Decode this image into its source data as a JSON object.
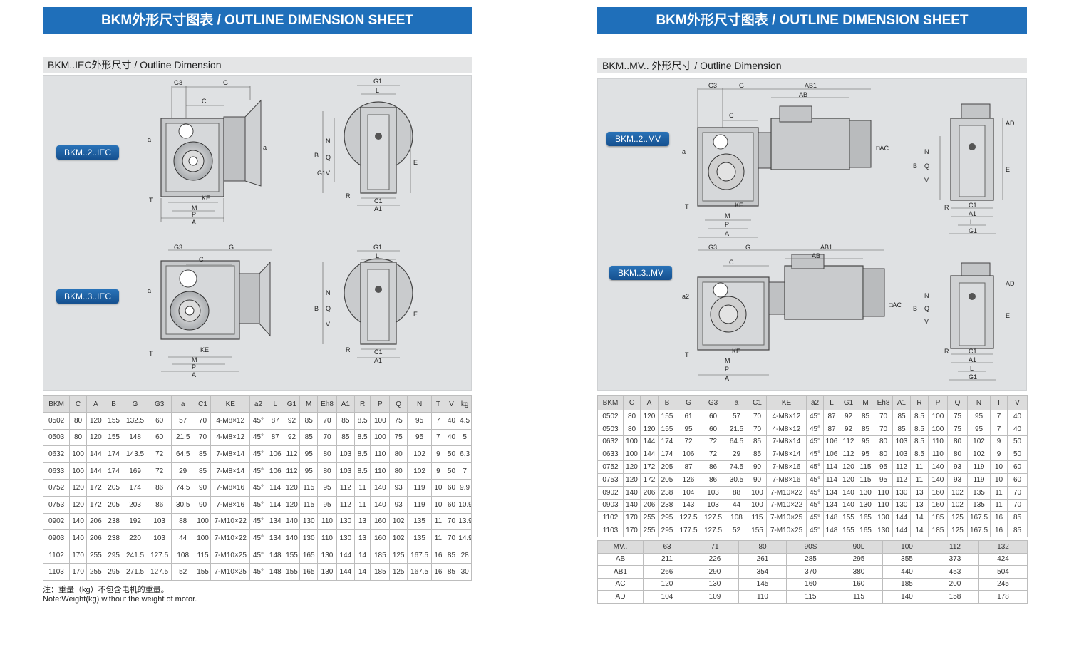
{
  "left": {
    "banner": "BKM外形尺寸图表 / OUTLINE DIMENSION SHEET",
    "subtitle": "BKM..IEC外形尺寸 / Outline Dimension",
    "pills": [
      "BKM..2..IEC",
      "BKM..3..IEC"
    ],
    "columns": [
      "BKM",
      "C",
      "A",
      "B",
      "G",
      "G3",
      "a",
      "C1",
      "KE",
      "a2",
      "L",
      "G1",
      "M",
      "Eh8",
      "A1",
      "R",
      "P",
      "Q",
      "N",
      "T",
      "V",
      "kg"
    ],
    "rows": [
      [
        "0502",
        "80",
        "120",
        "155",
        "132.5",
        "60",
        "57",
        "70",
        "4-M8×12",
        "45°",
        "87",
        "92",
        "85",
        "70",
        "85",
        "8.5",
        "100",
        "75",
        "95",
        "7",
        "40",
        "4.5"
      ],
      [
        "0503",
        "80",
        "120",
        "155",
        "148",
        "60",
        "21.5",
        "70",
        "4-M8×12",
        "45°",
        "87",
        "92",
        "85",
        "70",
        "85",
        "8.5",
        "100",
        "75",
        "95",
        "7",
        "40",
        "5"
      ],
      [
        "0632",
        "100",
        "144",
        "174",
        "143.5",
        "72",
        "64.5",
        "85",
        "7-M8×14",
        "45°",
        "106",
        "112",
        "95",
        "80",
        "103",
        "8.5",
        "110",
        "80",
        "102",
        "9",
        "50",
        "6.3"
      ],
      [
        "0633",
        "100",
        "144",
        "174",
        "169",
        "72",
        "29",
        "85",
        "7-M8×14",
        "45°",
        "106",
        "112",
        "95",
        "80",
        "103",
        "8.5",
        "110",
        "80",
        "102",
        "9",
        "50",
        "7"
      ],
      [
        "0752",
        "120",
        "172",
        "205",
        "174",
        "86",
        "74.5",
        "90",
        "7-M8×16",
        "45°",
        "114",
        "120",
        "115",
        "95",
        "112",
        "11",
        "140",
        "93",
        "119",
        "10",
        "60",
        "9.9"
      ],
      [
        "0753",
        "120",
        "172",
        "205",
        "203",
        "86",
        "30.5",
        "90",
        "7-M8×16",
        "45°",
        "114",
        "120",
        "115",
        "95",
        "112",
        "11",
        "140",
        "93",
        "119",
        "10",
        "60",
        "10.9"
      ],
      [
        "0902",
        "140",
        "206",
        "238",
        "192",
        "103",
        "88",
        "100",
        "7-M10×22",
        "45°",
        "134",
        "140",
        "130",
        "110",
        "130",
        "13",
        "160",
        "102",
        "135",
        "11",
        "70",
        "13.9"
      ],
      [
        "0903",
        "140",
        "206",
        "238",
        "220",
        "103",
        "44",
        "100",
        "7-M10×22",
        "45°",
        "134",
        "140",
        "130",
        "110",
        "130",
        "13",
        "160",
        "102",
        "135",
        "11",
        "70",
        "14.9"
      ],
      [
        "1102",
        "170",
        "255",
        "295",
        "241.5",
        "127.5",
        "108",
        "115",
        "7-M10×25",
        "45°",
        "148",
        "155",
        "165",
        "130",
        "144",
        "14",
        "185",
        "125",
        "167.5",
        "16",
        "85",
        "28"
      ],
      [
        "1103",
        "170",
        "255",
        "295",
        "271.5",
        "127.5",
        "52",
        "155",
        "7-M10×25",
        "45°",
        "148",
        "155",
        "165",
        "130",
        "144",
        "14",
        "185",
        "125",
        "167.5",
        "16",
        "85",
        "30"
      ]
    ],
    "note_cn": "注：重量（kg）不包含电机的重量。",
    "note_en": "Note:Weight(kg) without the weight of motor."
  },
  "right": {
    "banner": "BKM外形尺寸图表 / OUTLINE DIMENSION SHEET",
    "subtitle": "BKM..MV.. 外形尺寸 / Outline Dimension",
    "pills": [
      "BKM..2..MV",
      "BKM..3..MV"
    ],
    "columns": [
      "BKM",
      "C",
      "A",
      "B",
      "G",
      "G3",
      "a",
      "C1",
      "KE",
      "a2",
      "L",
      "G1",
      "M",
      "Eh8",
      "A1",
      "R",
      "P",
      "Q",
      "N",
      "T",
      "V"
    ],
    "rows": [
      [
        "0502",
        "80",
        "120",
        "155",
        "61",
        "60",
        "57",
        "70",
        "4-M8×12",
        "45°",
        "87",
        "92",
        "85",
        "70",
        "85",
        "8.5",
        "100",
        "75",
        "95",
        "7",
        "40"
      ],
      [
        "0503",
        "80",
        "120",
        "155",
        "95",
        "60",
        "21.5",
        "70",
        "4-M8×12",
        "45°",
        "87",
        "92",
        "85",
        "70",
        "85",
        "8.5",
        "100",
        "75",
        "95",
        "7",
        "40"
      ],
      [
        "0632",
        "100",
        "144",
        "174",
        "72",
        "72",
        "64.5",
        "85",
        "7-M8×14",
        "45°",
        "106",
        "112",
        "95",
        "80",
        "103",
        "8.5",
        "110",
        "80",
        "102",
        "9",
        "50"
      ],
      [
        "0633",
        "100",
        "144",
        "174",
        "106",
        "72",
        "29",
        "85",
        "7-M8×14",
        "45°",
        "106",
        "112",
        "95",
        "80",
        "103",
        "8.5",
        "110",
        "80",
        "102",
        "9",
        "50"
      ],
      [
        "0752",
        "120",
        "172",
        "205",
        "87",
        "86",
        "74.5",
        "90",
        "7-M8×16",
        "45°",
        "114",
        "120",
        "115",
        "95",
        "112",
        "11",
        "140",
        "93",
        "119",
        "10",
        "60"
      ],
      [
        "0753",
        "120",
        "172",
        "205",
        "126",
        "86",
        "30.5",
        "90",
        "7-M8×16",
        "45°",
        "114",
        "120",
        "115",
        "95",
        "112",
        "11",
        "140",
        "93",
        "119",
        "10",
        "60"
      ],
      [
        "0902",
        "140",
        "206",
        "238",
        "104",
        "103",
        "88",
        "100",
        "7-M10×22",
        "45°",
        "134",
        "140",
        "130",
        "110",
        "130",
        "13",
        "160",
        "102",
        "135",
        "11",
        "70"
      ],
      [
        "0903",
        "140",
        "206",
        "238",
        "143",
        "103",
        "44",
        "100",
        "7-M10×22",
        "45°",
        "134",
        "140",
        "130",
        "110",
        "130",
        "13",
        "160",
        "102",
        "135",
        "11",
        "70"
      ],
      [
        "1102",
        "170",
        "255",
        "295",
        "127.5",
        "127.5",
        "108",
        "115",
        "7-M10×25",
        "45°",
        "148",
        "155",
        "165",
        "130",
        "144",
        "14",
        "185",
        "125",
        "167.5",
        "16",
        "85"
      ],
      [
        "1103",
        "170",
        "255",
        "295",
        "177.5",
        "127.5",
        "52",
        "155",
        "7-M10×25",
        "45°",
        "148",
        "155",
        "165",
        "130",
        "144",
        "14",
        "185",
        "125",
        "167.5",
        "16",
        "85"
      ]
    ],
    "mv": {
      "header": [
        "MV..",
        "63",
        "71",
        "80",
        "90S",
        "90L",
        "100",
        "112",
        "132"
      ],
      "rows": [
        [
          "AB",
          "211",
          "226",
          "261",
          "285",
          "295",
          "355",
          "373",
          "424"
        ],
        [
          "AB1",
          "266",
          "290",
          "354",
          "370",
          "380",
          "440",
          "453",
          "504"
        ],
        [
          "AC",
          "120",
          "130",
          "145",
          "160",
          "160",
          "185",
          "200",
          "245"
        ],
        [
          "AD",
          "104",
          "109",
          "110",
          "115",
          "115",
          "140",
          "158",
          "178"
        ]
      ]
    }
  },
  "drawing_labels": {
    "g3": "G3",
    "g": "G",
    "c": "C",
    "a": "a",
    "a2": "a2",
    "ke": "KE",
    "m": "M",
    "p": "P",
    "a_big": "A",
    "t": "T",
    "g1": "G1",
    "l": "L",
    "b": "B",
    "n": "N",
    "q": "Q",
    "v": "V",
    "r": "R",
    "c1": "C1",
    "a1": "A1",
    "e": "E",
    "ab": "AB",
    "ab1": "AB1",
    "ac": "□AC",
    "ad": "AD"
  }
}
